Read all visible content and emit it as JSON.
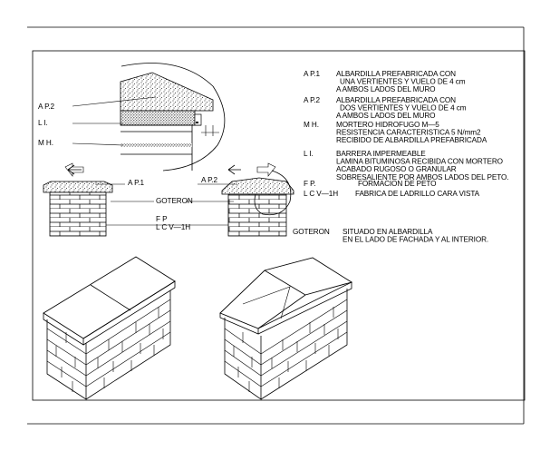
{
  "legend": [
    {
      "code": "A P.1",
      "lines": [
        "ALBARDILLA PREFABRICADA CON",
        "UNA VERTIENTES Y VUELO DE 4 cm",
        "A AMBOS LADOS DEL MURO"
      ]
    },
    {
      "code": "A P.2",
      "lines": [
        "ALBARDILLA PREFABRICADA CON",
        "DOS VERTIENTES Y VUELO DE 4 cm",
        "A AMBOS LADOS DEL MURO"
      ]
    },
    {
      "code": "M H.",
      "lines": [
        "MORTERO HIDROFUGO M—5",
        "RESISTENCIA CARACTERISTICA 5 N/mm2",
        "RECIBIDO DE ALBARDILLA PREFABRICADA"
      ]
    },
    {
      "code": "L I.",
      "lines": [
        "BARRERA IMPERMEABLE",
        "LAMINA BITUMINOSA RECIBIDA CON MORTERO",
        "ACABADO RUGOSO O GRANULAR",
        "SOBRESALIENTE POR AMBOS LADOS DEL PETO."
      ]
    },
    {
      "code": "F P.",
      "lines": [
        "FORMACION DE PETO"
      ]
    },
    {
      "code": "L C V—1H",
      "lines": [
        "FABRICA DE LADRILLO CARA VISTA"
      ]
    },
    {
      "code": "GOTERON",
      "lines": [
        "SITUADO EN ALBARDILLA",
        "EN EL LADO DE FACHADA Y AL INTERIOR."
      ]
    }
  ],
  "detail_labels": {
    "ap2": "A P.2",
    "li": "L I.",
    "mh": "M H."
  },
  "section_labels": {
    "ap1": "A P.1",
    "ap2": "A P.2",
    "goteron": "GOTERON",
    "fp": "F P",
    "lcv": "L C V—1H"
  }
}
